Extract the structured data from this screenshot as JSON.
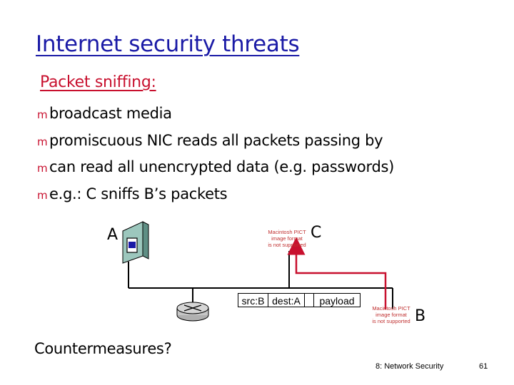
{
  "slide": {
    "title": "Internet security threats",
    "subtitle": "Packet sniffing:",
    "bullet_glyph": "m",
    "bullets": [
      "broadcast media",
      "promiscuous NIC reads all packets passing by",
      "can read all unencrypted data (e.g. passwords)",
      "e.g.: C sniffs B’s packets"
    ],
    "countermeasures": "Countermeasures?",
    "footer_section": "8: Network Security",
    "page_number": "61"
  },
  "diagram": {
    "host_a_label": "A",
    "host_c_label": "C",
    "host_b_label": "B",
    "placeholder_line1": "Macintosh PICT",
    "placeholder_line2": "image format",
    "placeholder_line3": "is not supported",
    "packet": {
      "src": "src:B",
      "dest": "dest:A",
      "payload": "payload"
    },
    "colors": {
      "title": "#1a1aa6",
      "accent": "#c8102e",
      "sniff_arrow": "#c8102e",
      "host_box": "#7fb0a6"
    },
    "icons": [
      "host-computer-icon",
      "router-icon",
      "pict-placeholder-icon"
    ]
  }
}
